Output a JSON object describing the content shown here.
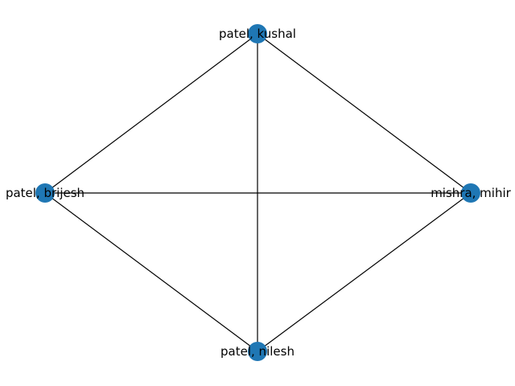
{
  "graph": {
    "node_color": "#1f77b4",
    "edge_color": "#000000",
    "label_color": "#000000",
    "nodes": [
      {
        "id": "kushal",
        "label": "patel, kushal"
      },
      {
        "id": "brijesh",
        "label": "patel, brijesh"
      },
      {
        "id": "mihir",
        "label": "mishra, mihir"
      },
      {
        "id": "nilesh",
        "label": "patel, nilesh"
      }
    ],
    "edges": [
      {
        "source": "kushal",
        "target": "brijesh"
      },
      {
        "source": "kushal",
        "target": "mihir"
      },
      {
        "source": "kushal",
        "target": "nilesh"
      },
      {
        "source": "brijesh",
        "target": "mihir"
      },
      {
        "source": "brijesh",
        "target": "nilesh"
      },
      {
        "source": "mihir",
        "target": "nilesh"
      }
    ]
  }
}
